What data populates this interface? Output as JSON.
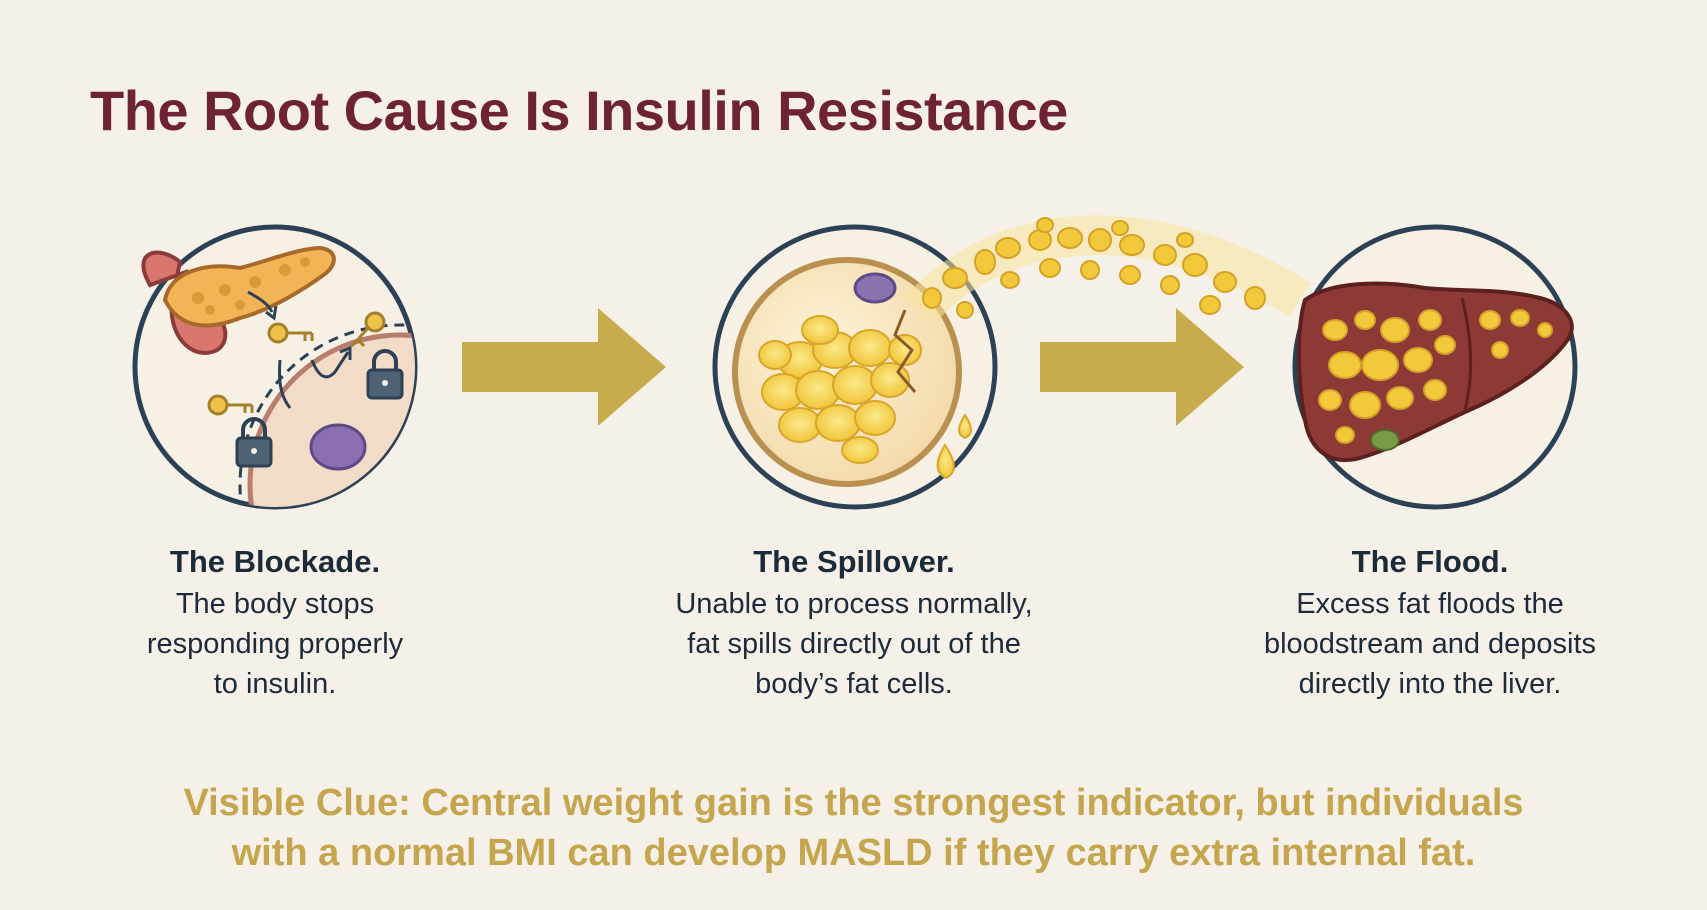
{
  "title": "The Root Cause Is Insulin Resistance",
  "steps": [
    {
      "title": "The Blockade.",
      "lines": [
        "The body stops",
        "responding properly",
        "to insulin."
      ],
      "illustration": "pancreas-insulin-keys-locked-cell"
    },
    {
      "title": "The Spillover.",
      "lines": [
        "Unable to process normally,",
        "fat spills directly out of the",
        "body’s fat cells."
      ],
      "illustration": "bursting-fat-cell"
    },
    {
      "title": "The Flood.",
      "lines": [
        "Excess fat floods the",
        "bloodstream and deposits",
        "directly into the liver."
      ],
      "illustration": "fatty-liver"
    }
  ],
  "footer": {
    "lines": [
      "Visible Clue: Central weight gain is the strongest indicator, but individuals",
      "with a normal BMI can develop MASLD if they carry extra internal fat."
    ]
  },
  "colors": {
    "background": "#f6f1e8",
    "title": "#6d2235",
    "arrow": "#c8ab4c",
    "circle_stroke": "#2c4156",
    "footer": "#c5a54e",
    "fat": "#f3c93a",
    "liver": "#8d3a36"
  }
}
